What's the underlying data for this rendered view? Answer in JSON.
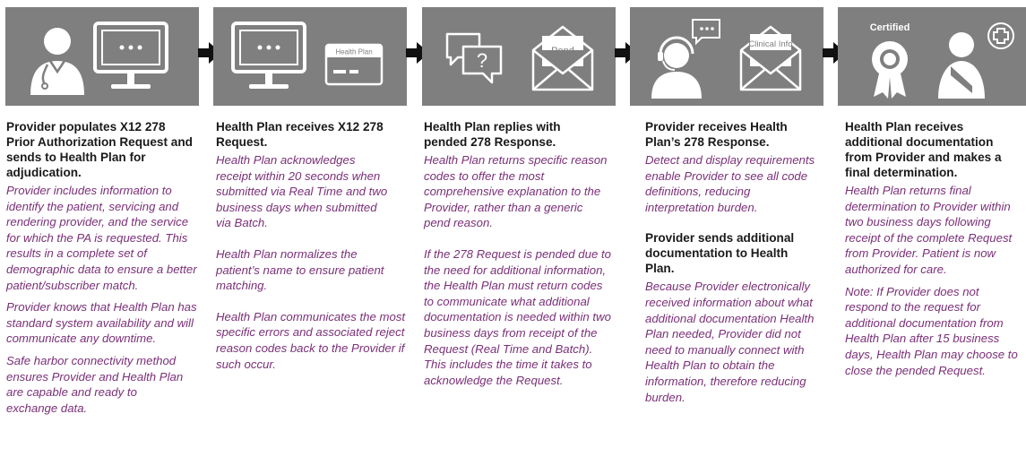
{
  "steps": [
    {
      "icons": [
        "provider-icon",
        "monitor-icon"
      ],
      "heading": "Provider populates X12 278 Prior Authorization Request and sends to Health Plan for adjudication.",
      "paragraphs": [
        "Provider includes information to identify the patient, servicing and rendering provider, and the service for which the PA is requested. This results in a complete set of demographic data to ensure a better patient/subscriber match.",
        "Provider knows that Health Plan has standard system availability and will communicate any downtime.",
        "Safe harbor connectivity method ensures Provider and Health Plan are capable and ready to exchange data."
      ]
    },
    {
      "icons": [
        "monitor-icon",
        "health-plan-card-icon"
      ],
      "card_label": "Health Plan",
      "heading": "Health Plan receives X12 278 Request.",
      "paragraphs": [
        "Health Plan acknowledges receipt within 20 seconds when submitted via Real Time and two business days when submitted via Batch.",
        "Health Plan normalizes the patient’s name to ensure patient matching.",
        "Health Plan communicates the most specific errors and associated reject reason codes back to the Provider if such occur."
      ]
    },
    {
      "icons": [
        "question-chat-icon",
        "envelope-icon"
      ],
      "envelope_label": "Pend",
      "heading": "Health Plan replies with pended 278 Response.",
      "paragraphs": [
        "Health Plan returns specific reason codes to offer the most comprehensive explanation to the Provider, rather than a generic pend reason.",
        "If the 278 Request is pended due to the need for additional information, the Health Plan must return codes to communicate what additional documentation is needed within two business days from receipt of the Request (Real Time and Batch). This includes the time it takes to acknowledge the Request."
      ]
    },
    {
      "icons": [
        "support-agent-icon",
        "envelope-icon"
      ],
      "envelope_label": "Clinical Info",
      "heading": "Provider receives Health Plan’s 278 Response.",
      "paragraphs": [
        "Detect and display requirements enable Provider to see all code definitions, reducing interpretation burden."
      ],
      "heading2": "Provider sends additional documentation to Health Plan.",
      "paragraphs2": [
        "Because Provider electronically received information about what additional documentation Health Plan needed, Provider did not need to manually connect with Health Plan to obtain the information, therefore reducing burden."
      ]
    },
    {
      "icons": [
        "certified-badge-icon",
        "patient-sling-icon",
        "medical-cross-icon"
      ],
      "badge_label": "Certified",
      "heading": "Health Plan receives additional documentation from Provider and makes a final determination.",
      "paragraphs": [
        "Health Plan returns final determination to Provider within two business days following receipt of the complete Request from Provider. Patient is now authorized for care.",
        "Note: If Provider does not respond to the request for additional documentation from Health Plan after 15 business days, Health Plan may choose to close the pended Request."
      ]
    }
  ],
  "colors": {
    "tile": "#7f7f7f",
    "icon": "#ffffff",
    "heading": "#1a1a1a",
    "body": "#7a2f78",
    "arrow": "#111111"
  }
}
